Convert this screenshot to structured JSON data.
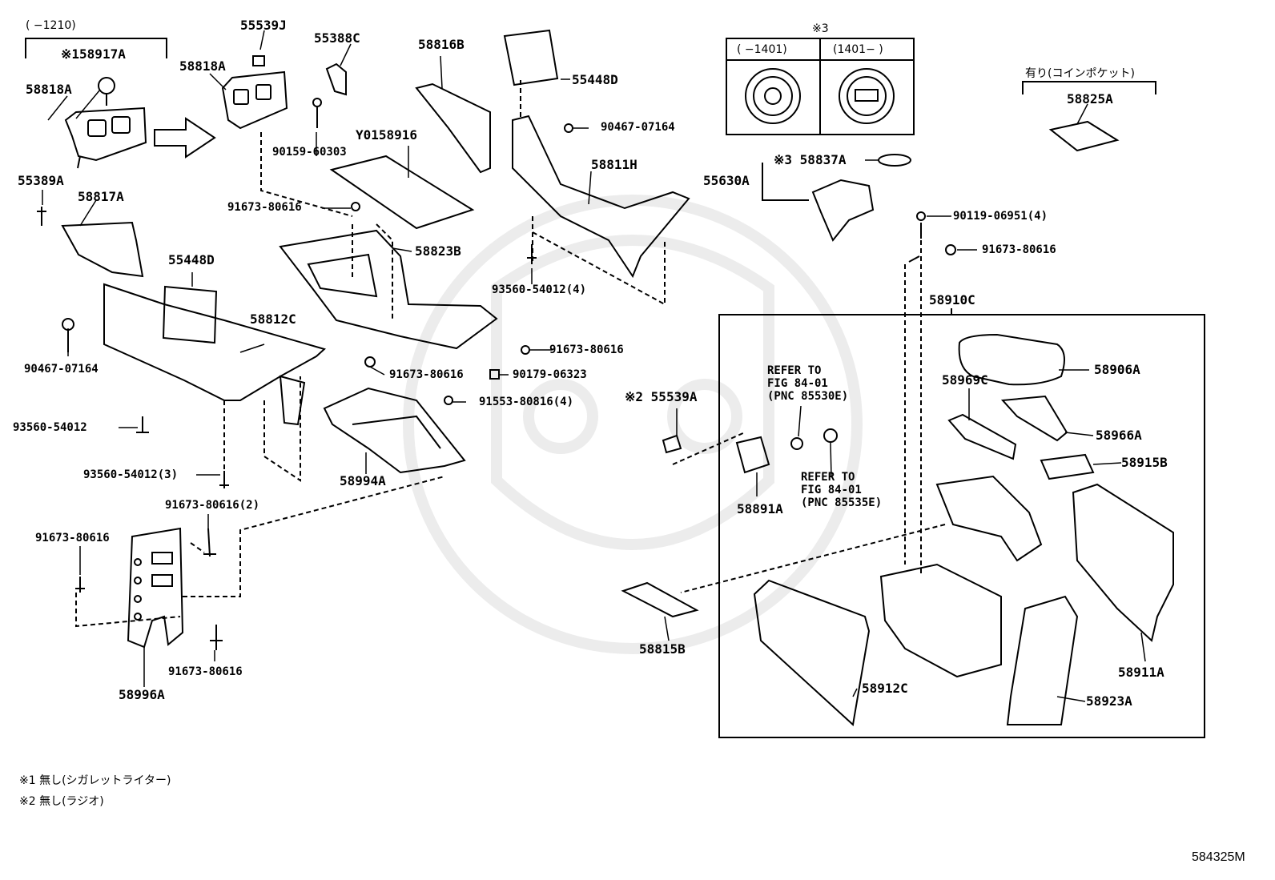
{
  "diagram": {
    "top_range": "(    −1210)",
    "note3_mark": "※3",
    "note3_col1": "(  −1401)",
    "note3_col2": "(1401−  )",
    "coin_pocket": "有り(コインポケット)",
    "refer1": "REFER TO\nFIG 84-01\n(PNC 85530E)",
    "refer2": "REFER TO\nFIG 84-01\n(PNC 85535E)",
    "footnote1": "※1 無し(シガレットライター)",
    "footnote2": "※2 無し(ラジオ)",
    "diagram_code": "584325M",
    "labels": [
      "※158917A",
      "58818A",
      "58818A",
      "55539J",
      "55388C",
      "58816B",
      "55448D",
      "90467-07164",
      "90159-60303",
      "Y0158916",
      "58811H",
      "55389A",
      "58817A",
      "91673-80616",
      "58823B",
      "55448D",
      "93560-54012(4)",
      "58812C",
      "90467-07164",
      "91673-80616",
      "91673-80616",
      "90179-06323",
      "91553-80816(4)",
      "93560-54012",
      "93560-54012(3)",
      "58994A",
      "91673-80616(2)",
      "91673-80616",
      "91673-80616",
      "58996A",
      "※2 55539A",
      "58891A",
      "58815B",
      "58912C",
      "58923A",
      "58911A",
      "58915B",
      "58966A",
      "58969C",
      "58906A",
      "58910C",
      "91673-80616",
      "90119-06951(4)",
      "55630A",
      "※3 58837A",
      "58825A"
    ]
  },
  "colors": {
    "line": "#000000",
    "background": "#ffffff",
    "watermark": "#eeeeee"
  }
}
